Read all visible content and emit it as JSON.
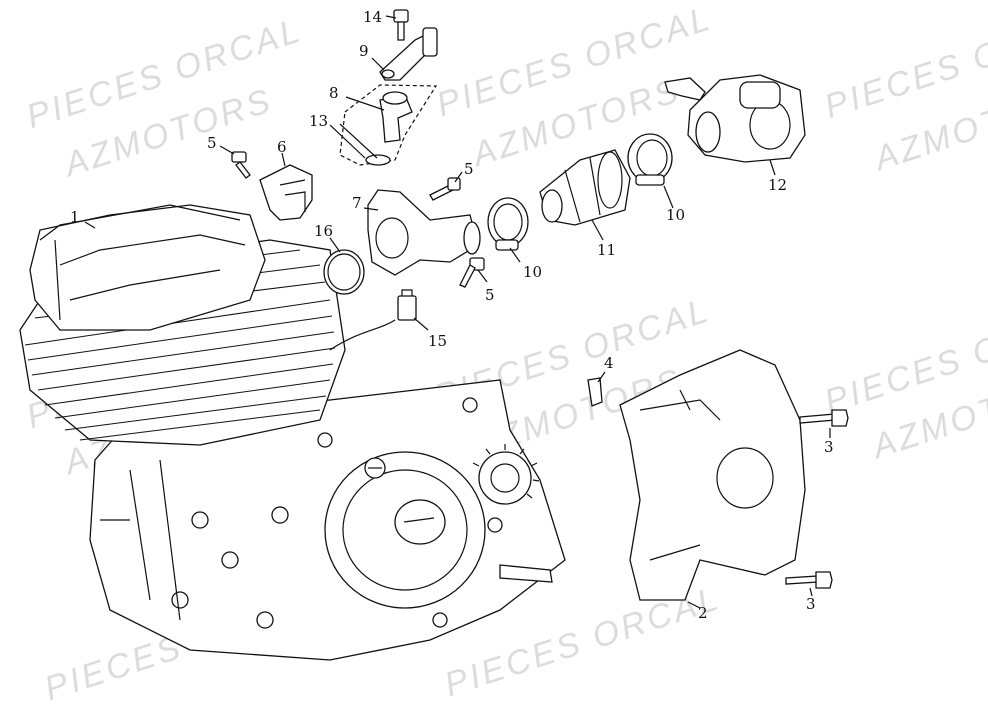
{
  "watermark": {
    "line1": "PIECES ORCAL",
    "line2": "AZMOTORS",
    "line3": "PIECES OF",
    "line4": "AZMOT"
  },
  "callouts": {
    "c1": "1",
    "c2": "2",
    "c3a": "3",
    "c3b": "3",
    "c4": "4",
    "c5a": "5",
    "c5b": "5",
    "c5c": "5",
    "c6": "6",
    "c7": "7",
    "c8": "8",
    "c9": "9",
    "c10a": "10",
    "c10b": "10",
    "c11": "11",
    "c12": "12",
    "c13": "13",
    "c14": "14",
    "c15": "15",
    "c16": "16"
  }
}
